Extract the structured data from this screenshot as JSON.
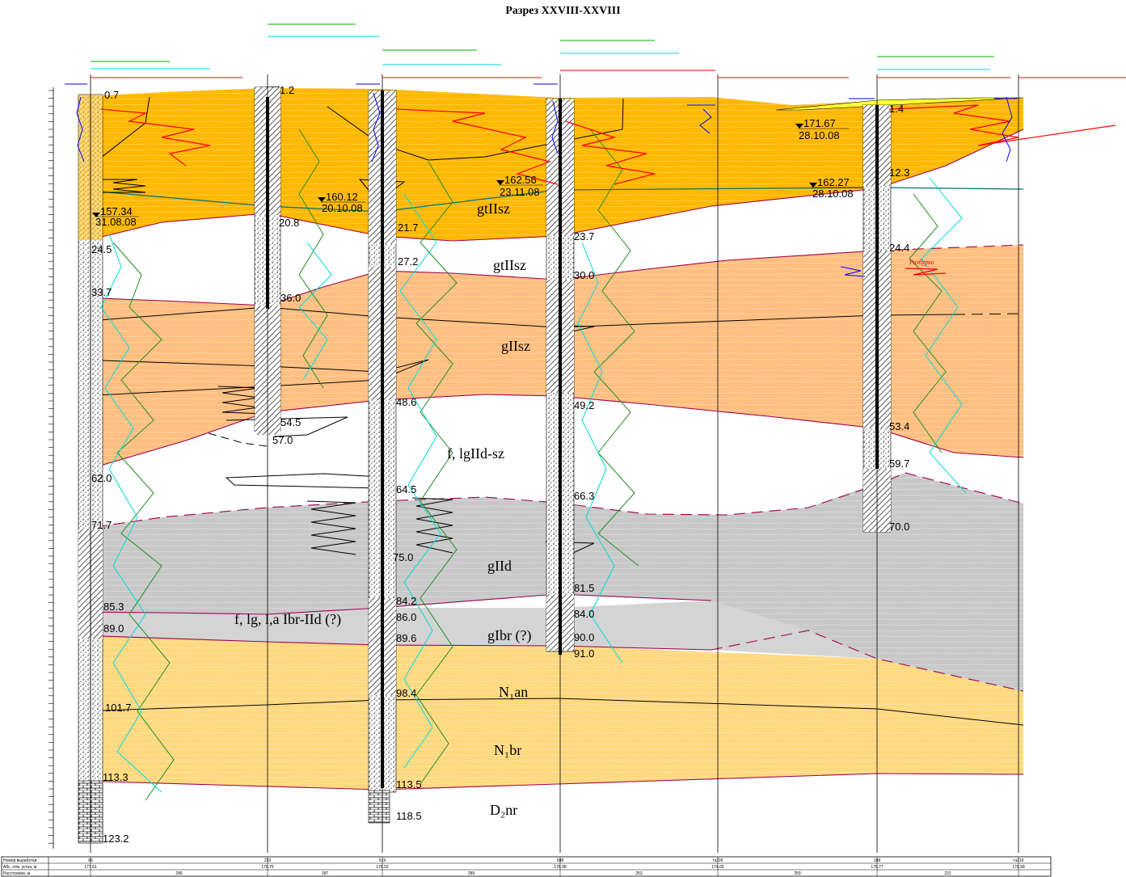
{
  "title": "Разрез XXVIII-XXVIII",
  "units": [
    {
      "id": "gtIIsz-1",
      "label": "gtIIsz"
    },
    {
      "id": "gtIIsz-2",
      "label": "gtIIsz"
    },
    {
      "id": "gIIsz",
      "label": "gIIsz"
    },
    {
      "id": "f-lgIId-sz",
      "label": "f, lgIId-sz"
    },
    {
      "id": "gIId",
      "label": "gIId"
    },
    {
      "id": "f-lg-l-a-Ibr-IId",
      "label": "f, lg, l,a Ibr-IId (?)"
    },
    {
      "id": "gIbr",
      "label": "gIbr (?)"
    },
    {
      "id": "N1an",
      "label": "N₁an"
    },
    {
      "id": "N1br",
      "label": "N₁br"
    },
    {
      "id": "D2nr",
      "label": "D₂nr"
    }
  ],
  "depth_labels": [
    "0.7",
    "24.5",
    "33.7",
    "62.0",
    "71.7",
    "85.3",
    "89.0",
    "101.7",
    "113.3",
    "123.2",
    "1.2",
    "20.8",
    "36.0",
    "54.5",
    "57.0",
    "21.7",
    "27.2",
    "48.6",
    "64.5",
    "75.0",
    "84.2",
    "86.0",
    "89.6",
    "98.4",
    "113.5",
    "118.5",
    "23.7",
    "30.0",
    "49.2",
    "66.3",
    "81.5",
    "84.0",
    "90.0",
    "91.0",
    "1.4",
    "12.3",
    "24.4",
    "53.4",
    "59.7",
    "70.0"
  ],
  "water_levels": [
    {
      "level": "157.34",
      "date": "31.08.08"
    },
    {
      "level": "160.12",
      "date": "20.10.08"
    },
    {
      "level": "162.56",
      "date": "23.11.08"
    },
    {
      "level": "171.67",
      "date": "28.10.08"
    },
    {
      "level": "162.27",
      "date": "28.10.08"
    }
  ],
  "annotation": "Разбурка",
  "table": {
    "row_labels": [
      "Номер выработки",
      "Абс. отм. устья, м",
      "Расстояние, м"
    ],
    "well_numbers": [
      "66",
      "233",
      "519",
      "598",
      "тз226",
      "188",
      "тз219"
    ],
    "elevations": [
      "177.61",
      "176.75",
      "176.52",
      "176.98",
      "174.65",
      "175.77",
      "176.99"
    ],
    "distances": [
      "286",
      "187",
      "289",
      "253",
      "259",
      "231"
    ]
  },
  "colors": {
    "topsoil": "#ffff33",
    "gtIIsz": "#ffb800",
    "gIIsz": "#ffbf80",
    "gIId": "#c8c8c8",
    "neogene": "#ffd980",
    "boundary": "#a0004c",
    "gamma": "#228b22",
    "resist": "#00e0e0",
    "red": "#ff0000",
    "blue": "#0000ff"
  }
}
